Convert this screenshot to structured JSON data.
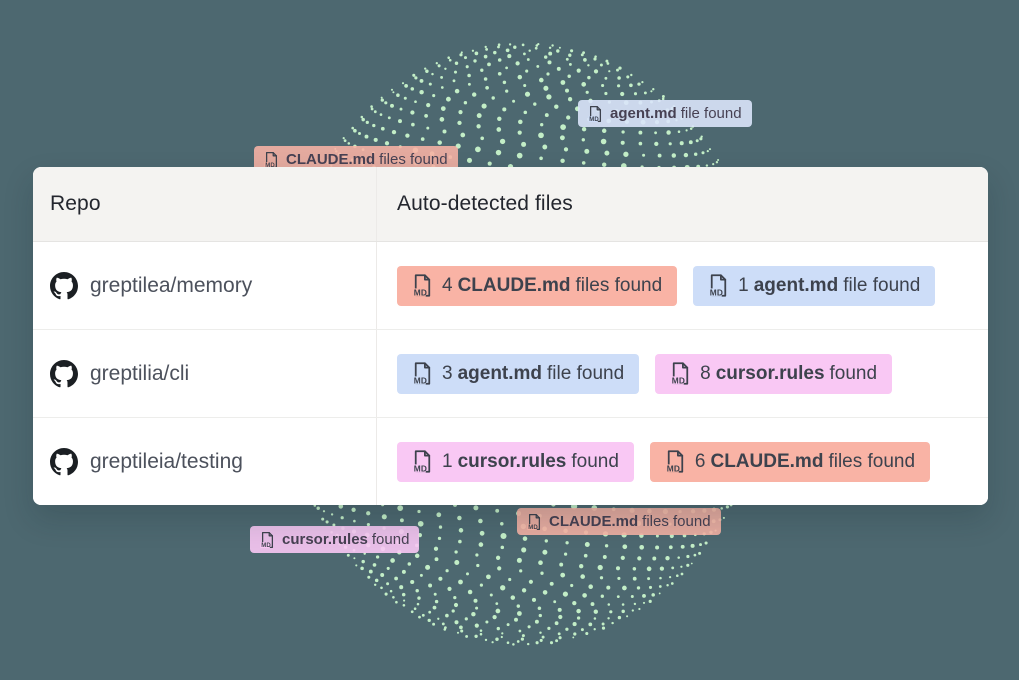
{
  "colors": {
    "background": "#4d6870",
    "dot": "#c9f6cb",
    "salmon": "#f9b3a5",
    "blue": "#cdddf8",
    "pink": "#f9c8f4"
  },
  "table": {
    "headers": [
      "Repo",
      "Auto-detected files"
    ],
    "rows": [
      {
        "repo": "greptilea/memory",
        "badges": [
          {
            "count": "4",
            "file": "CLAUDE.md",
            "suffix": "files found",
            "color": "salmon"
          },
          {
            "count": "1",
            "file": "agent.md",
            "suffix": "file found",
            "color": "blue"
          }
        ]
      },
      {
        "repo": "greptilia/cli",
        "badges": [
          {
            "count": "3",
            "file": "agent.md",
            "suffix": "file found",
            "color": "blue"
          },
          {
            "count": "8",
            "file": "cursor.rules",
            "suffix": "found",
            "color": "pink"
          }
        ]
      },
      {
        "repo": "greptileia/testing",
        "badges": [
          {
            "count": "1",
            "file": "cursor.rules",
            "suffix": "found",
            "color": "pink"
          },
          {
            "count": "6",
            "file": "CLAUDE.md",
            "suffix": "files found",
            "color": "salmon"
          }
        ]
      }
    ]
  },
  "floating_badges": [
    {
      "file": "agent.md",
      "suffix": "file found",
      "color": "blue"
    },
    {
      "file": "CLAUDE.md",
      "suffix": "files found",
      "color": "salmon"
    },
    {
      "file": "cursor.rules",
      "suffix": "found",
      "color": "pink"
    },
    {
      "file": "CLAUDE.md",
      "suffix": "files found",
      "color": "salmon"
    }
  ]
}
